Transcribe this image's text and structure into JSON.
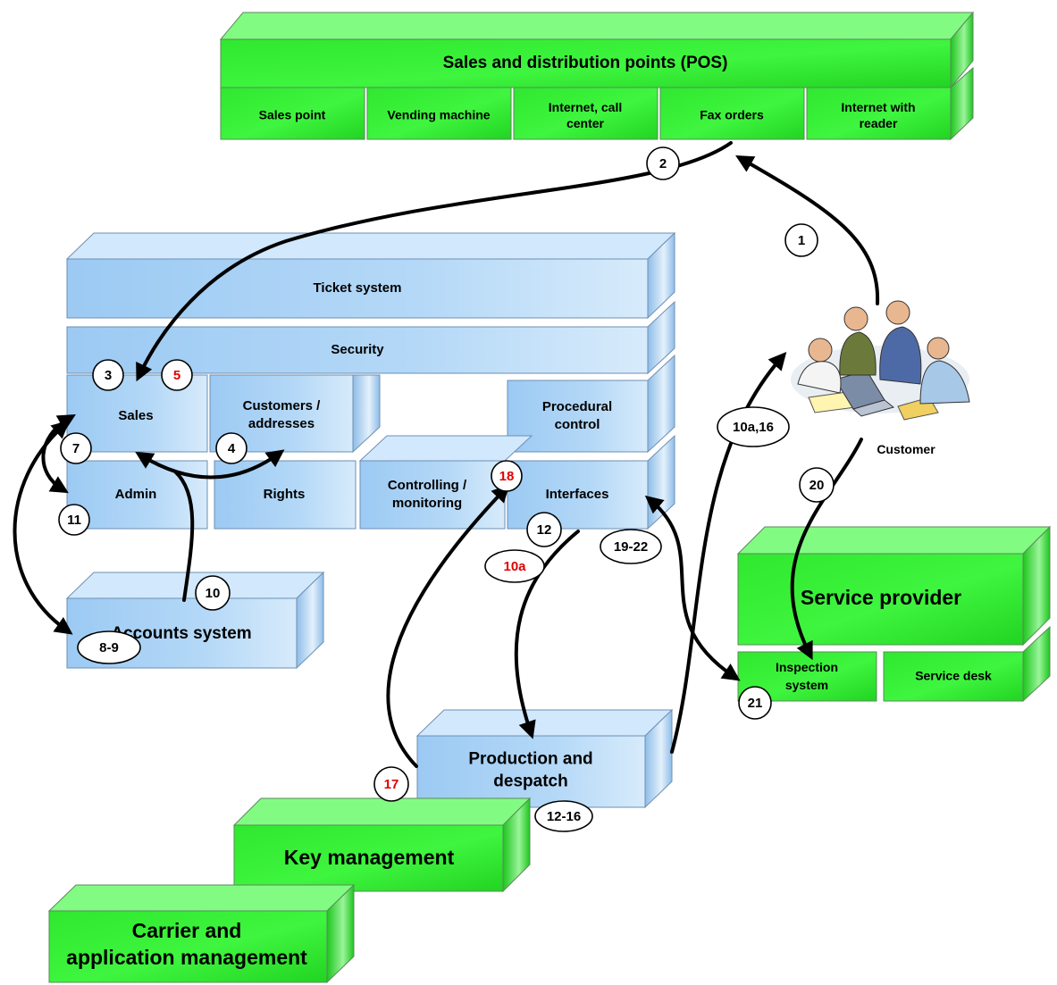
{
  "colors": {
    "green_face": "#33ee33",
    "green_top": "#7dfb7d",
    "green_side": "#1dc61d",
    "blue_face": "#a9d1f5",
    "blue_top": "#cfe5fb",
    "blue_side": "#84b3e4",
    "highlight_red": "#e00000"
  },
  "pos": {
    "title": "Sales and distribution points (POS)",
    "channels": [
      "Sales point",
      "Vending machine",
      "Internet, call center",
      "Fax orders",
      "Internet with reader"
    ]
  },
  "ticket": {
    "ticket_system": "Ticket system",
    "security": "Security",
    "sales": "Sales",
    "customers": "Customers / addresses",
    "procedural": "Procedural control",
    "admin": "Admin",
    "rights": "Rights",
    "controlling": "Controlling / monitoring",
    "interfaces": "Interfaces"
  },
  "accounts": "Accounts system",
  "production": "Production and despatch",
  "key_management": "Key management",
  "carrier": "Carrier and application management",
  "service": {
    "provider": "Service provider",
    "inspection": "Inspection system",
    "desk": "Service desk"
  },
  "customer_label": "Customer",
  "customer_icon": "people-at-laptop-icon",
  "steps": {
    "s1": "1",
    "s2": "2",
    "s3": "3",
    "s4": "4",
    "s5": "5",
    "s7": "7",
    "s8_9": "8-9",
    "s10": "10",
    "s10a": "10a",
    "s10a_16": "10a,16",
    "s11": "11",
    "s12": "12",
    "s12_16": "12-16",
    "s17": "17",
    "s18": "18",
    "s19_22": "19-22",
    "s20": "20",
    "s21": "21"
  }
}
